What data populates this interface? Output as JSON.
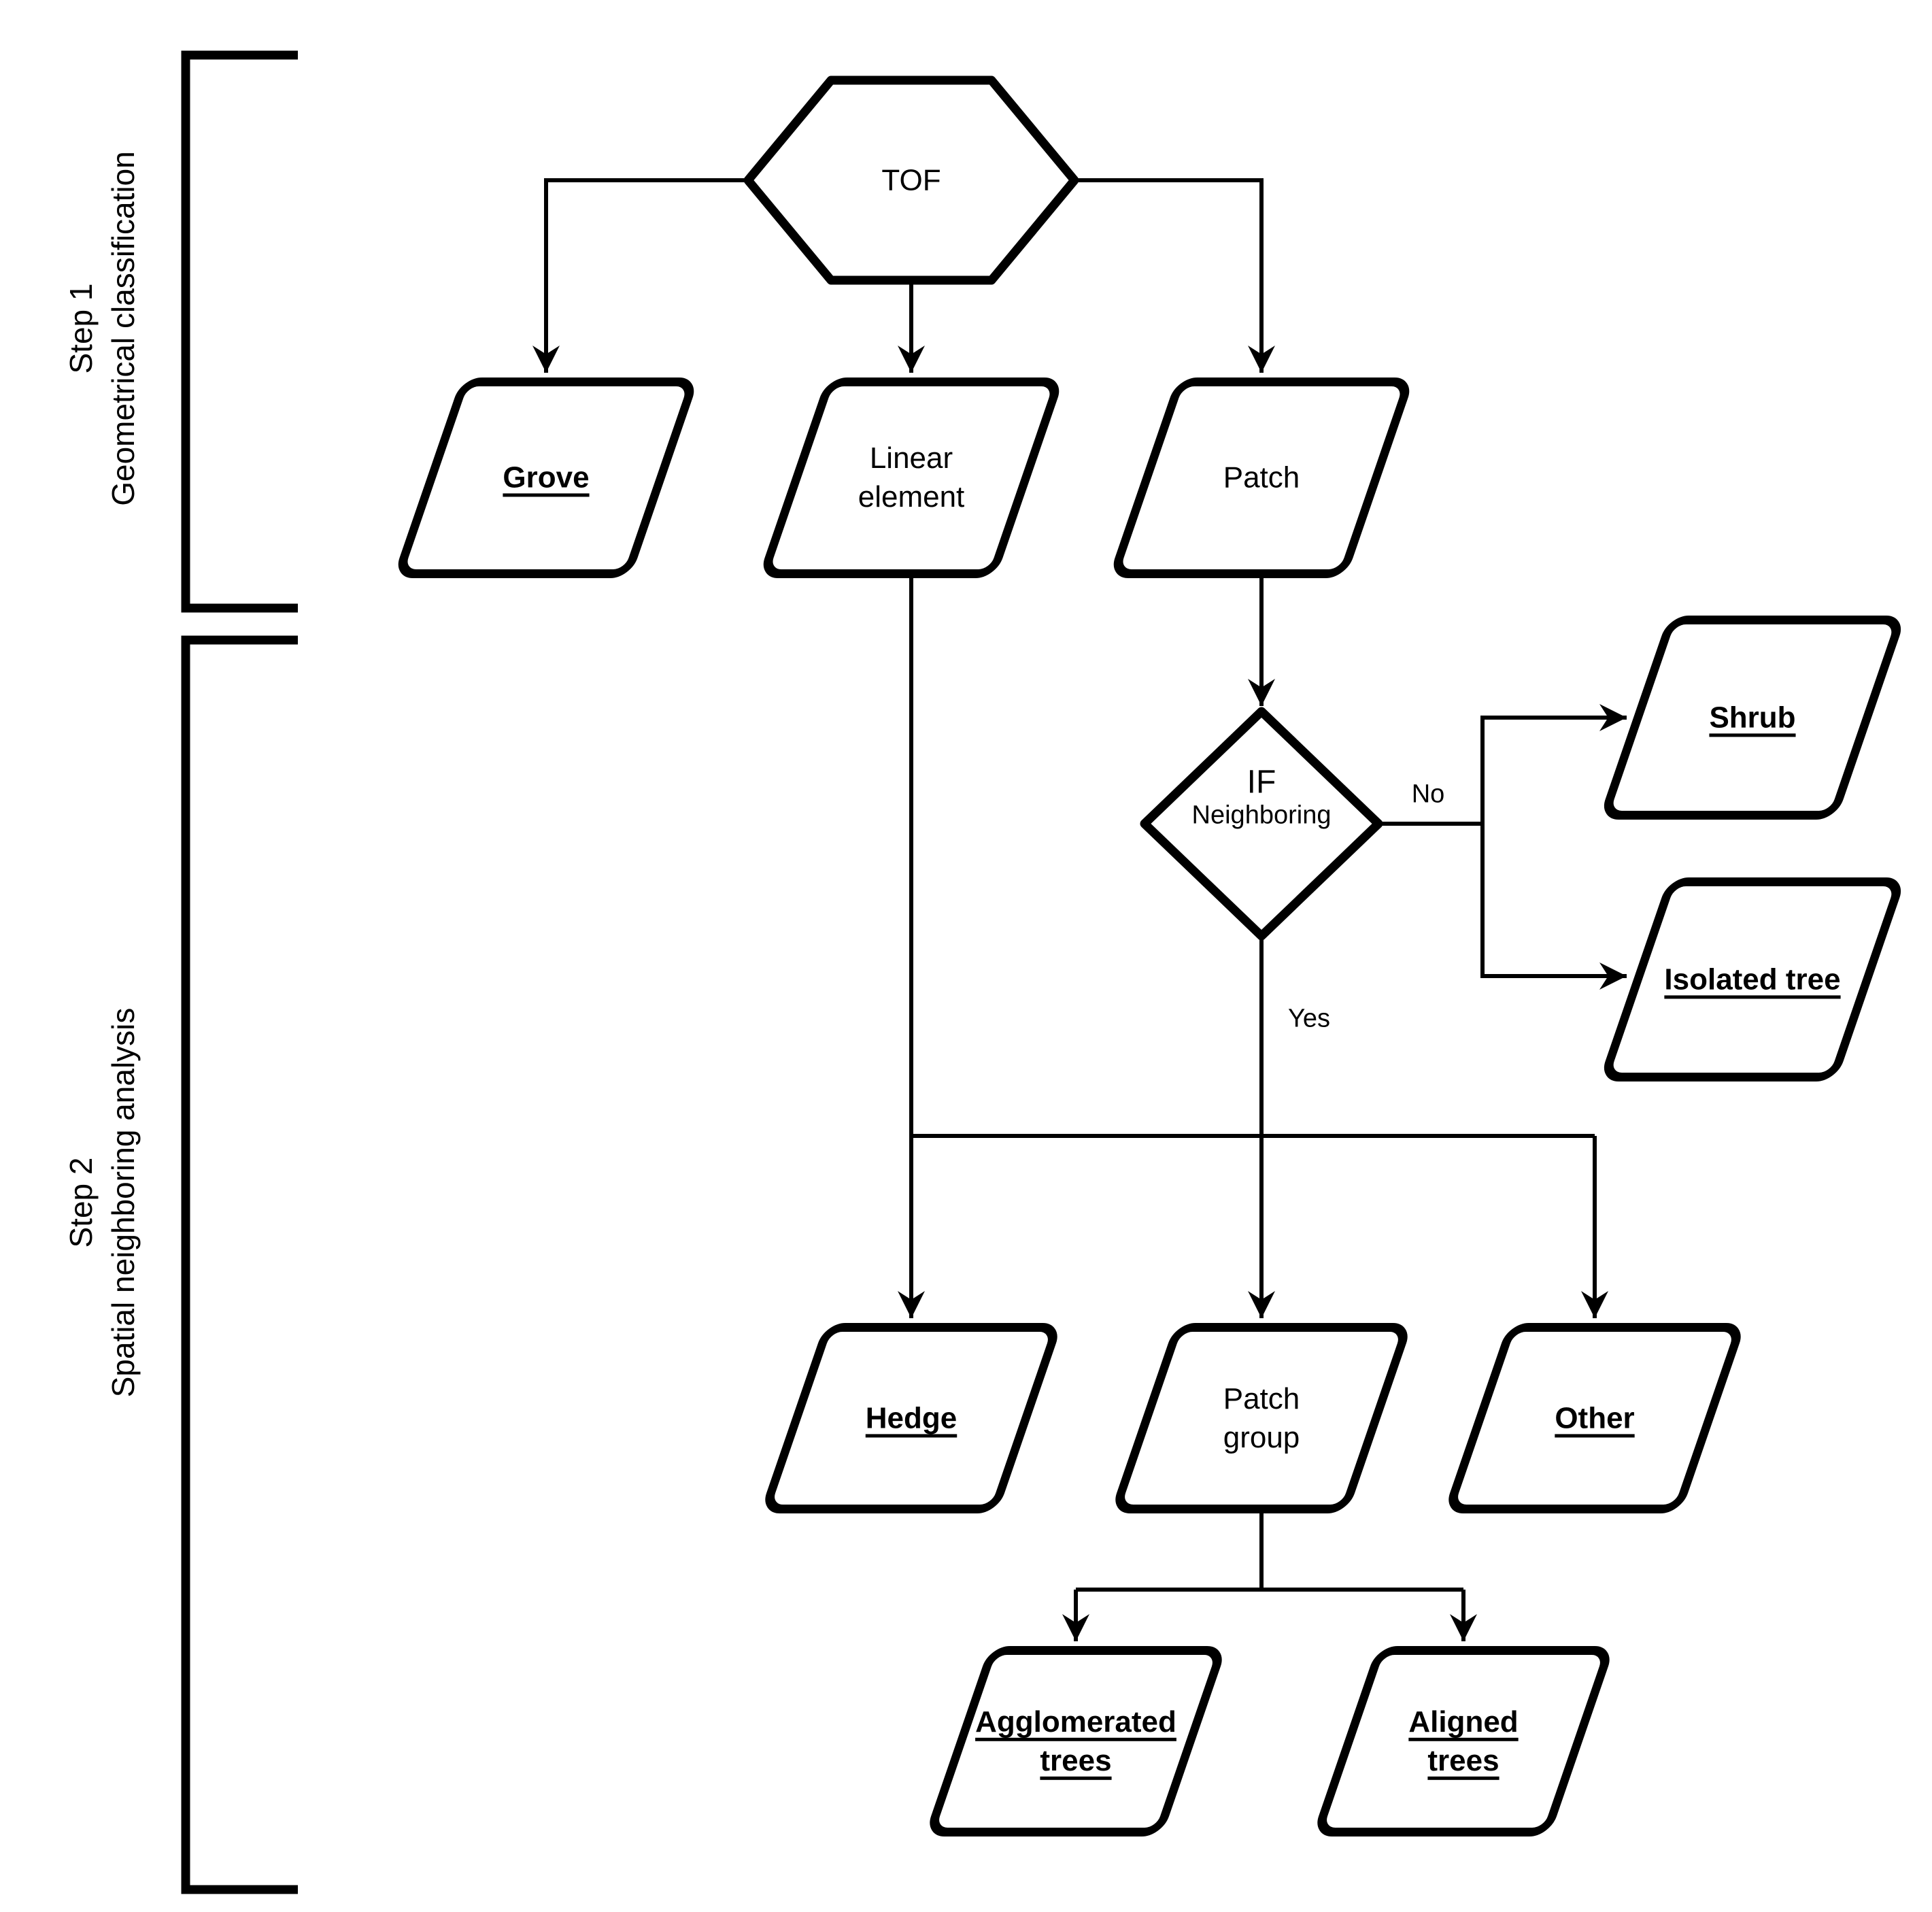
{
  "figure": {
    "background_color": "#ffffff",
    "line_color": "#000000",
    "description": "TOF classification flowchart"
  },
  "steps": [
    {
      "label": "Step 1\nGeometrical classification"
    },
    {
      "label": "Step 2\nSpatial neighboring analysis"
    }
  ],
  "nodes": {
    "tof": {
      "label": "TOF",
      "shape": "hexagon",
      "emphasized": false
    },
    "grove": {
      "label": "Grove",
      "shape": "parallelogram",
      "emphasized": true
    },
    "linear_element": {
      "label": "Linear\nelement",
      "shape": "parallelogram",
      "emphasized": false
    },
    "patch": {
      "label": "Patch",
      "shape": "parallelogram",
      "emphasized": false
    },
    "decision": {
      "label_top": "IF",
      "label_bottom": "Neighboring",
      "shape": "diamond",
      "emphasized": false
    },
    "shrub": {
      "label": "Shrub",
      "shape": "parallelogram",
      "emphasized": true
    },
    "isolated_tree": {
      "label": "Isolated tree",
      "shape": "parallelogram",
      "emphasized": true
    },
    "hedge": {
      "label": "Hedge",
      "shape": "parallelogram",
      "emphasized": true
    },
    "patch_group": {
      "label": "Patch\ngroup",
      "shape": "parallelogram",
      "emphasized": false
    },
    "other": {
      "label": "Other",
      "shape": "parallelogram",
      "emphasized": true
    },
    "agglomerated_trees": {
      "label": "Agglomerated\ntrees",
      "shape": "parallelogram",
      "emphasized": true
    },
    "aligned_trees": {
      "label": "Aligned\ntrees",
      "shape": "parallelogram",
      "emphasized": true
    }
  },
  "edge_labels": {
    "no": "No",
    "yes": "Yes"
  }
}
